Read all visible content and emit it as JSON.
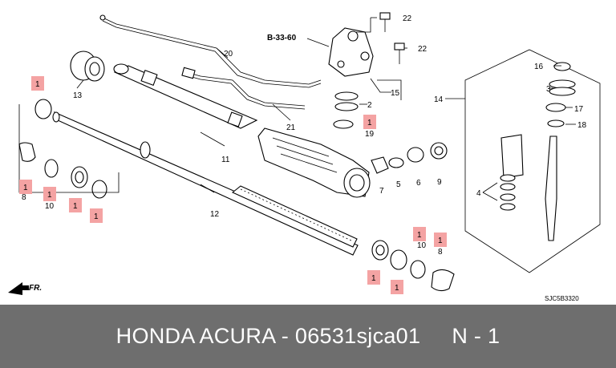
{
  "diagram": {
    "ref_code": "B-33-60",
    "catalog_code": "SJC5B3320",
    "front_label": "FR.",
    "callouts": {
      "c1": "1",
      "c2": "2",
      "c3": "3",
      "c4": "4",
      "c5": "5",
      "c6": "6",
      "c7": "7",
      "c8a": "8",
      "c8b": "8",
      "c9": "9",
      "c10a": "10",
      "c10b": "10",
      "c11": "11",
      "c12": "12",
      "c13": "13",
      "c14": "14",
      "c15": "15",
      "c16": "16",
      "c17": "17",
      "c18": "18",
      "c19": "19",
      "c20": "20",
      "c21": "21",
      "c22a": "22",
      "c22b": "22"
    },
    "highlight_tags": [
      "1",
      "1",
      "1",
      "1",
      "1",
      "1",
      "1",
      "1",
      "1"
    ],
    "highlight_color": "#f4a3a3"
  },
  "footer": {
    "text": "HONDA ACURA - 06531sjca01     N - 1"
  },
  "colors": {
    "footer_bg": "#6e6e6e",
    "footer_text": "#ffffff",
    "tag_fill": "#f4a3a3"
  }
}
